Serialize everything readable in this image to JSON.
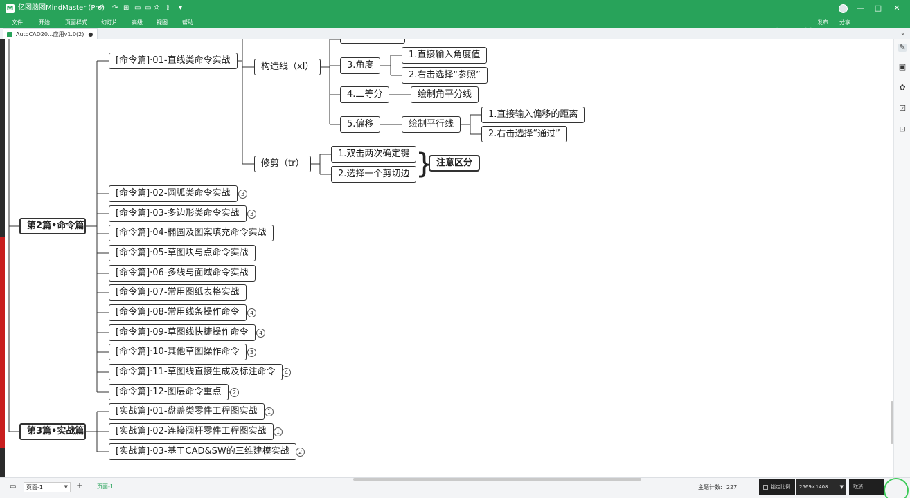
{
  "titlebar": {
    "app_title": "亿图脑图MindMaster (Pro)",
    "quick_actions": [
      "↶",
      "↷",
      "⊞",
      "▭",
      "▭",
      "▭",
      "⎙",
      "⇪",
      "▾"
    ],
    "publish": "发布",
    "share": "分享",
    "window_controls": [
      "—",
      "□",
      "✕"
    ]
  },
  "menu": {
    "items": [
      "文件",
      "开始",
      "页面样式",
      "幻灯片",
      "高级",
      "视图",
      "帮助"
    ]
  },
  "watermark": "CAD直训营 bilibili",
  "doc_tab": {
    "label": "AutoCAD20...应用v1.0(2)",
    "modified_dot": "●"
  },
  "mindmap": {
    "main_nodes": [
      {
        "label": "第2篇•命令篇"
      },
      {
        "label": "第3篇•实战篇"
      }
    ],
    "command_topics": [
      {
        "label": "[命令篇]·01-直线类命令实战",
        "badge": ""
      },
      {
        "label": "[命令篇]·02-圆弧类命令实战",
        "badge": "3"
      },
      {
        "label": "[命令篇]·03-多边形类命令实战",
        "badge": "3"
      },
      {
        "label": "[命令篇]·04-椭圆及图案填充命令实战",
        "badge": ""
      },
      {
        "label": "[命令篇]·05-草图块与点命令实战",
        "badge": ""
      },
      {
        "label": "[命令篇]·06-多线与面域命令实战",
        "badge": ""
      },
      {
        "label": "[命令篇]·07-常用图纸表格实战",
        "badge": ""
      },
      {
        "label": "[命令篇]·08-常用线条操作命令",
        "badge": "4"
      },
      {
        "label": "[命令篇]·09-草图线快捷操作命令",
        "badge": "4"
      },
      {
        "label": "[命令篇]·10-其他草图操作命令",
        "badge": "3"
      },
      {
        "label": "[命令篇]·11-草图线直接生成及标注命令",
        "badge": "4"
      },
      {
        "label": "[命令篇]·12-图层命令重点",
        "badge": "2"
      }
    ],
    "practice_topics": [
      {
        "label": "[实战篇]·01-盘盖类零件工程图实战",
        "badge": "1"
      },
      {
        "label": "[实战篇]·02-连接阀杆零件工程图实战",
        "badge": "1"
      },
      {
        "label": "[实战篇]·03-基于CAD&SW的三维建模实战",
        "badge": "2"
      }
    ],
    "construction_line": "构造线（xl）",
    "angle": "3.角度",
    "angle_children": [
      "1.直接输入角度值",
      "2.右击选择“参照”"
    ],
    "bisect": "4.二等分",
    "bisect_child": "绘制角平分线",
    "offset": "5.偏移",
    "offset_child": "绘制平行线",
    "offset_grandchildren": [
      "1.直接输入偏移的距离",
      "2.右击选择“通过”"
    ],
    "trim": "修剪（tr）",
    "trim_children": [
      "1.双击两次确定键",
      "2.选择一个剪切边"
    ],
    "trim_note": "注意区分"
  },
  "bottombar": {
    "page_select": "页面-1",
    "add": "+",
    "active_page_tab": "页面-1",
    "topic_count_label": "主题计数:",
    "topic_count": "227",
    "lock_ratio": "锁定比例",
    "resolution": "2569×1408",
    "cancel": "取消"
  },
  "colors": {
    "accent": "#28a35a",
    "strip_red": "#c81e1e"
  }
}
